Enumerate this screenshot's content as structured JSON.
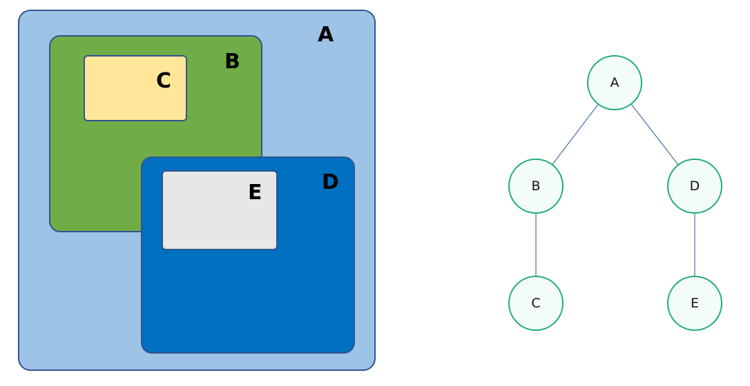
{
  "venn": {
    "a": "A",
    "b": "B",
    "c": "C",
    "d": "D",
    "e": "E"
  },
  "tree": {
    "nodes": [
      {
        "id": "A",
        "label": "A"
      },
      {
        "id": "B",
        "label": "B"
      },
      {
        "id": "D",
        "label": "D"
      },
      {
        "id": "C",
        "label": "C"
      },
      {
        "id": "E",
        "label": "E"
      }
    ],
    "edges": [
      {
        "from": "A",
        "to": "B"
      },
      {
        "from": "A",
        "to": "D"
      },
      {
        "from": "B",
        "to": "C"
      },
      {
        "from": "D",
        "to": "E"
      }
    ]
  },
  "colors": {
    "box_a": "#9dc3e6",
    "box_b": "#70ad47",
    "box_c": "#ffe699",
    "box_d": "#0070c0",
    "box_e": "#e7e7e7",
    "node_fill": "#f3fcf6",
    "node_stroke": "#1faa7f",
    "edge": "#4a6fa5"
  }
}
